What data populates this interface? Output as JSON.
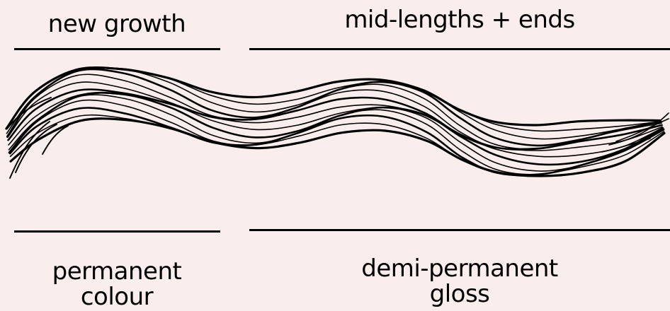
{
  "labels": {
    "top_left": "new growth",
    "top_right": "mid-lengths + ends",
    "bottom_left_line1": "permanent",
    "bottom_left_line2": "colour",
    "bottom_right_line1": "demi-permanent",
    "bottom_right_line2": "gloss"
  },
  "colors": {
    "background": "#f9eeeb",
    "ink": "#000000"
  },
  "illustration": {
    "icon": "wavy-hair-strand-icon"
  }
}
